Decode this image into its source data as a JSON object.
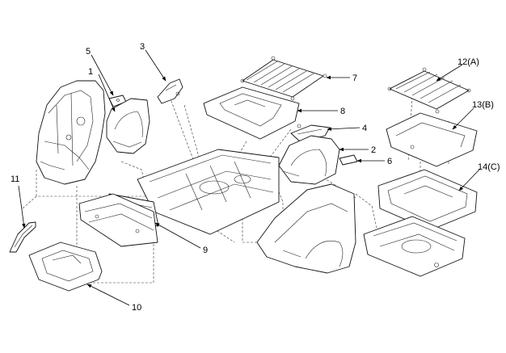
{
  "diagram": {
    "labels": {
      "l1": "1",
      "l2": "2",
      "l3": "3",
      "l4": "4",
      "l5": "5",
      "l6": "6",
      "l7": "7",
      "l8": "8",
      "l9": "9",
      "l10": "10",
      "l11": "11",
      "l12": "12(A)",
      "l13": "13(B)",
      "l14": "14(C)"
    },
    "colors": {
      "line": "#111111",
      "background": "#ffffff"
    }
  }
}
